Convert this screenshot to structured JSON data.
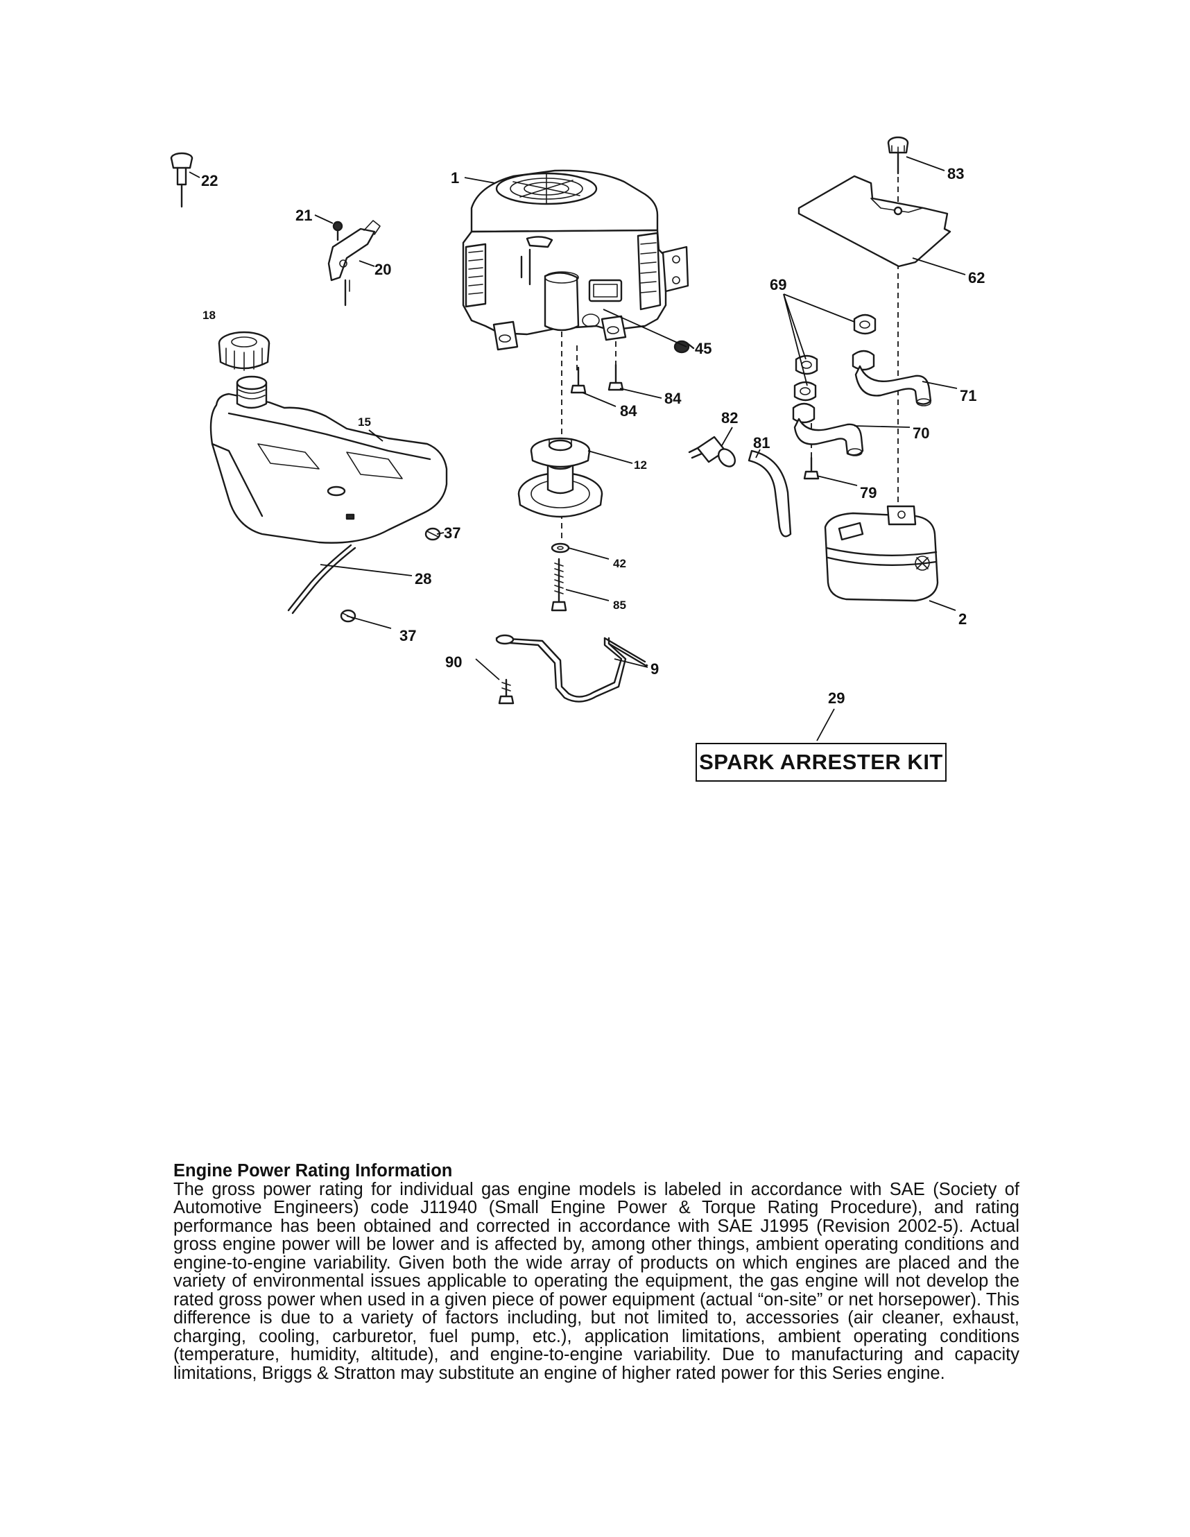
{
  "callouts": {
    "c1": "1",
    "c2": "2",
    "c9": "9",
    "c12": "12",
    "c15": "15",
    "c18": "18",
    "c20": "20",
    "c21": "21",
    "c22": "22",
    "c28": "28",
    "c29": "29",
    "c37a": "37",
    "c37b": "37",
    "c42": "42",
    "c45": "45",
    "c62": "62",
    "c69": "69",
    "c70": "70",
    "c71": "71",
    "c79": "79",
    "c81": "81",
    "c82": "82",
    "c83": "83",
    "c84a": "84",
    "c84b": "84",
    "c85": "85",
    "c90": "90"
  },
  "kit_label": "SPARK ARRESTER KIT",
  "info": {
    "title": "Engine Power Rating Information",
    "body": "The gross power rating for individual gas engine models is labeled in accordance with SAE (Society of Automotive Engineers) code J11940 (Small Engine Power & Torque Rating Procedure), and rating performance has been obtained and corrected in accordance with SAE J1995 (Revision 2002-5). Actual gross engine power will be lower and is affected by, among other things, ambient operating conditions and engine-to-engine variability. Given both the wide array of products on which engines are placed and the variety of environmental issues applicable to operating the equipment, the gas engine will not develop the rated gross power when used in a given piece of power equipment (actual “on-site” or net horsepower). This difference is due to a variety of factors including, but not limited to, accessories (air cleaner, exhaust, charging, cooling, carburetor, fuel pump, etc.), application limitations, ambient operating conditions (temperature, humidity, altitude), and engine-to-engine variability. Due to manufacturing and capacity limitations, Briggs & Stratton may substitute an engine of higher rated power for this Series engine."
  }
}
